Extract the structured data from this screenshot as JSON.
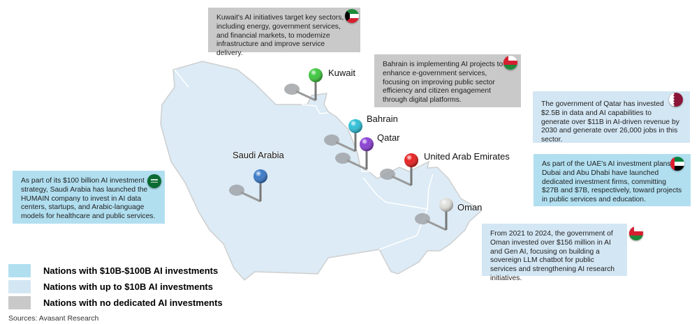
{
  "colors": {
    "tier_10_100": "#b1dff0",
    "tier_up_to_10": "#d3e6f3",
    "tier_none": "#c9c9c9"
  },
  "countries": [
    {
      "name": "Kuwait",
      "pin_color": "#3ec83e"
    },
    {
      "name": "Bahrain",
      "pin_color": "#2ec0d8"
    },
    {
      "name": "Qatar",
      "pin_color": "#8a3fd4"
    },
    {
      "name": "United Arab Emirates",
      "pin_color": "#e82020"
    },
    {
      "name": "Saudi Arabia",
      "pin_color": "#3a7ac8"
    },
    {
      "name": "Oman",
      "pin_color": "#e0e0dc"
    }
  ],
  "callouts": {
    "kuwait": "Kuwait's AI initiatives target key sectors, including energy, government services, and financial markets, to modernize infrastructure and improve service delivery.",
    "bahrain": "Bahrain is implementing AI projects to enhance e-government services, focusing on improving public sector efficiency and citizen engagement through digital platforms.",
    "qatar": "The government of Qatar has invested $2.5B in data and AI capabilities to generate over $11B in AI-driven revenue by 2030 and generate over 26,000 jobs in this sector.",
    "uae": "As part of the UAE's AI investment plans, Dubai and Abu Dhabi have launched dedicated investment firms, committing $27B and $7B, respectively, toward projects in public services and education.",
    "saudi": "As part of its $100 billion AI investment strategy, Saudi Arabia has launched the HUMAIN company to invest in AI data centers, startups, and Arabic-language models for healthcare and public services.",
    "oman": "From 2021 to 2024, the government of Oman invested over $156 million in AI and Gen AI, focusing on building a sovereign LLM chatbot for public services and strengthening AI research initiatives."
  },
  "legend": [
    "Nations with $10B-$100B AI investments",
    "Nations with up to $10B AI investments",
    "Nations with no dedicated AI investments"
  ],
  "source": "Sources: Avasant Research"
}
